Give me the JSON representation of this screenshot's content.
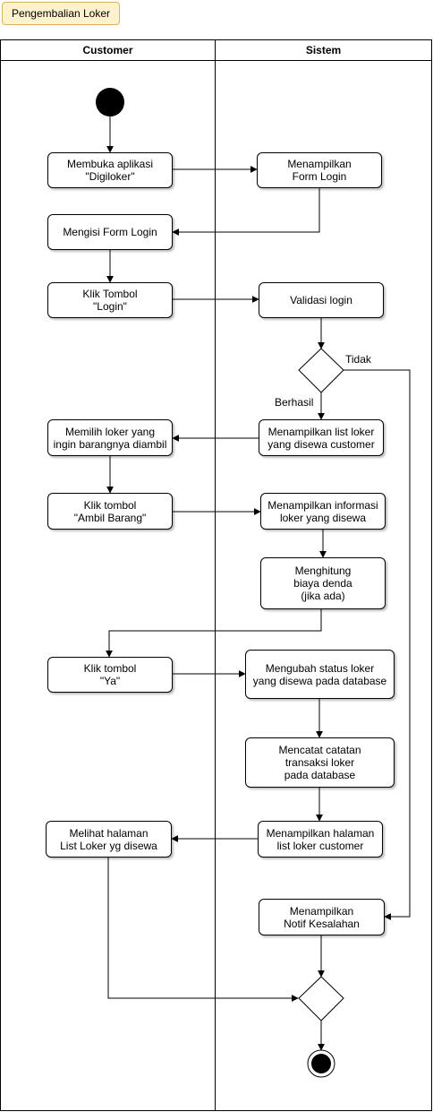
{
  "title": "Pengembalian Loker",
  "lanes": {
    "customer": "Customer",
    "sistem": "Sistem"
  },
  "nodes": {
    "buka_aplikasi": "Membuka aplikasi\n\"Digiloker\"",
    "tampil_login": "Menampilkan\nForm Login",
    "isi_login": "Mengisi Form Login",
    "klik_login": "Klik Tombol\n\"Login\"",
    "validasi": "Validasi login",
    "tampil_list": "Menampilkan list loker\nyang disewa customer",
    "pilih_loker": "Memilih loker yang\ningin barangnya diambil",
    "klik_ambil": "Klik tombol\n\"Ambil Barang\"",
    "tampil_info": "Menampilkan informasi\nloker yang disewa",
    "hitung_denda": "Menghitung\nbiaya denda\n(jika ada)",
    "klik_ya": "Klik tombol\n\"Ya\"",
    "ubah_status": "Mengubah status loker\nyang disewa pada database",
    "catat_transaksi": "Mencatat catatan\ntransaksi loker\npada database",
    "tampil_halaman": "Menampilkan halaman\nlist loker customer",
    "lihat_halaman": "Melihat halaman\nList Loker yg disewa",
    "notif_salah": "Menampilkan\nNotif Kesalahan"
  },
  "labels": {
    "tidak": "Tidak",
    "berhasil": "Berhasil"
  },
  "colors": {
    "title_fill": "#fff2cc",
    "title_border": "#d6b656"
  }
}
